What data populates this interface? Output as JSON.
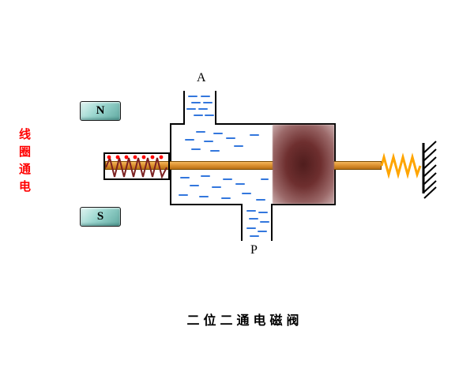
{
  "title": "二位二通电磁阀",
  "labels": {
    "port_a": "A",
    "port_p": "P",
    "magnet_n": "N",
    "magnet_s": "S",
    "coil_state": "线圈通电"
  },
  "colors": {
    "rod_fill": "#E09433",
    "rod_border": "#7A4A00",
    "spool_center": "#4F1D1D",
    "spool_edge": "#C9ABAB",
    "magnet_fill": "#9BD6CF",
    "fluid_dash": "#3377DD",
    "left_spring": "#7B2020",
    "coil_dot": "#FF0000",
    "right_spring": "#FFA500",
    "coil_label_red": "#FF0000",
    "outline": "#000000"
  }
}
